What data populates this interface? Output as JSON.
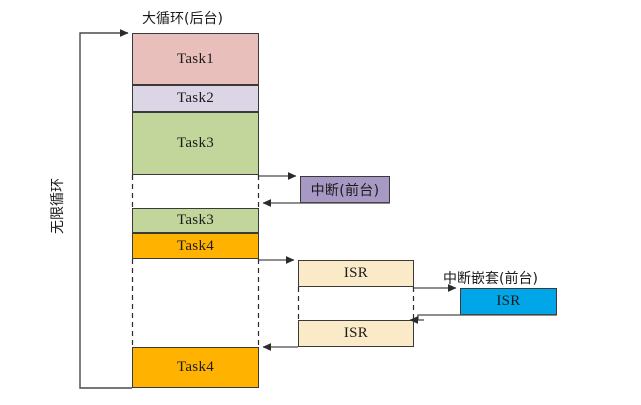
{
  "diagram": {
    "title_background": "大循环(后台)",
    "title_interrupt": "中断(前台)",
    "title_nested": "中断嵌套(前台)",
    "loop_label": "无限循环",
    "colors": {
      "task1": "#e8bfbb",
      "task2": "#dcd5e6",
      "task3": "#c2d69b",
      "task4": "#ffb300",
      "interrupt": "#a898c4",
      "isr": "#fbeac8",
      "nested_isr": "#00a6e8",
      "stroke": "#3a3a3a",
      "line": "#4a4a4a"
    },
    "background_column": [
      {
        "label": "Task1",
        "fill": "task1"
      },
      {
        "label": "Task2",
        "fill": "task2"
      },
      {
        "label": "Task3",
        "fill": "task3"
      },
      {
        "label": "Task3",
        "fill": "task3"
      },
      {
        "label": "Task4",
        "fill": "task4"
      },
      {
        "label": "Task4",
        "fill": "task4"
      }
    ],
    "foreground_boxes": [
      {
        "label": "中断(前台)",
        "fill": "interrupt"
      },
      {
        "label": "ISR",
        "fill": "isr"
      },
      {
        "label": "ISR",
        "fill": "isr"
      },
      {
        "label": "ISR",
        "fill": "nested_isr"
      }
    ]
  }
}
